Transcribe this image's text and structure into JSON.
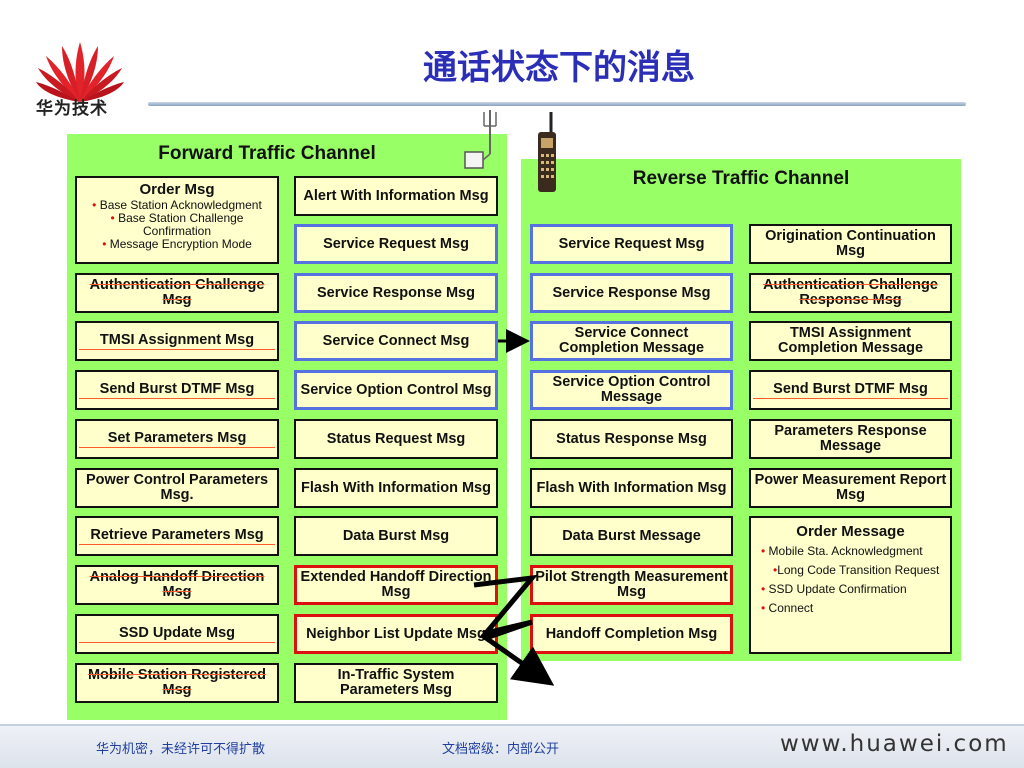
{
  "header": {
    "logo_text": "华为技术",
    "title": "通话状态下的消息"
  },
  "forward": {
    "title": "Forward Traffic Channel",
    "order_msg": {
      "head": "Order Msg",
      "items": [
        "Base Station Acknowledgment",
        "Base Station Challenge Confirmation",
        "Message Encryption Mode"
      ]
    },
    "alert": "Alert With Information Msg",
    "auth": "Authentication Challenge Msg",
    "svc_req": "Service Request Msg",
    "svc_resp": "Service Response Msg",
    "tmsi": "TMSI Assignment Msg",
    "svc_conn": "Service Connect Msg",
    "send_burst": "Send Burst DTMF Msg",
    "svc_opt": "Service Option Control Msg",
    "set_params": "Set Parameters Msg",
    "status_req": "Status Request Msg",
    "power_ctrl": "Power Control Parameters Msg.",
    "flash": "Flash With Information Msg",
    "retrieve": "Retrieve Parameters Msg",
    "data_burst": "Data Burst Msg",
    "analog": "Analog Handoff Direction Msg",
    "ext_handoff": "Extended Handoff Direction Msg",
    "ssd": "SSD Update Msg",
    "neighbor": "Neighbor List Update Msg",
    "mobile_reg": "Mobile Station Registered Msg",
    "in_traffic": "In-Traffic System Parameters Msg"
  },
  "reverse": {
    "title": "Reverse Traffic Channel",
    "svc_req": "Service Request Msg",
    "origination": "Origination Continuation Msg",
    "svc_resp": "Service Response Msg",
    "auth": "Authentication Challenge Response Msg",
    "svc_conn": "Service Connect Completion Message",
    "tmsi": "TMSI Assignment Completion Message",
    "svc_opt": "Service Option Control Message",
    "send_burst": "Send Burst DTMF Msg",
    "status_resp": "Status Response Msg",
    "params_resp": "Parameters Response Message",
    "flash": "Flash With Information Msg",
    "power_meas": "Power Measurement Report Msg",
    "data_burst": "Data Burst Message",
    "order_msg": {
      "head": "Order Message",
      "items": [
        "Mobile Sta. Acknowledgment",
        "Long Code Transition Request",
        "SSD Update Confirmation",
        "Connect"
      ]
    },
    "pilot": "Pilot Strength Measurement Msg",
    "handoff_complete": "Handoff Completion Msg"
  },
  "footer": {
    "left": "华为机密，未经许可不得扩散",
    "middle": "文档密级：内部公开",
    "url": "www.huawei.com"
  },
  "colors": {
    "panel": "#99ff66",
    "box": "#ffffcc",
    "blue_border": "#5572e0",
    "red_border": "#dd1010",
    "title": "#2b2fb7"
  }
}
